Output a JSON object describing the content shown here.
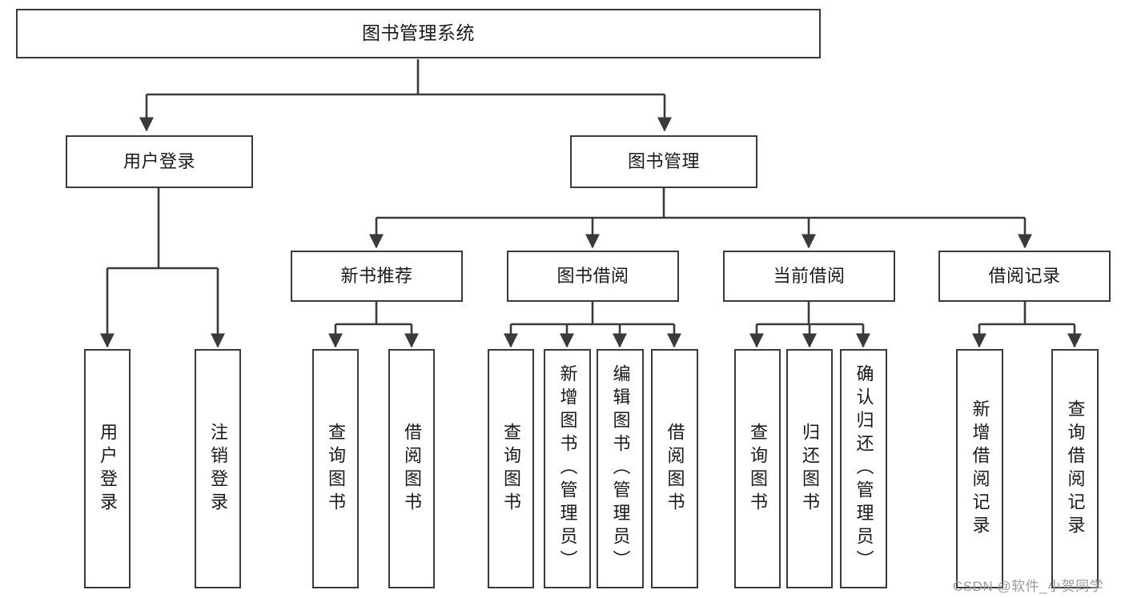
{
  "diagram": {
    "type": "tree",
    "title": "图书管理系统",
    "orientation": "top-down",
    "style": {
      "box_fill": "#ffffff",
      "box_stroke": "#3a3a3a",
      "text_color": "#1a1a1a",
      "edge_color": "#3a3a3a",
      "background": "#ffffff",
      "watermark_color": "#9a9a9a"
    },
    "levels": {
      "root": {
        "label": "图书管理系统"
      },
      "level2": [
        {
          "label": "用户登录"
        },
        {
          "label": "图书管理"
        }
      ],
      "level3": [
        {
          "label": "新书推荐"
        },
        {
          "label": "图书借阅"
        },
        {
          "label": "当前借阅"
        },
        {
          "label": "借阅记录"
        }
      ],
      "leaves": {
        "user_login": [
          {
            "label": "用户登录"
          },
          {
            "label": "注销登录"
          }
        ],
        "new_book_recommend": [
          {
            "label": "查询图书"
          },
          {
            "label": "借阅图书"
          }
        ],
        "book_borrow": [
          {
            "label": "查询图书"
          },
          {
            "label": "新增图书（管理员）"
          },
          {
            "label": "编辑图书（管理员）"
          },
          {
            "label": "借阅图书"
          }
        ],
        "current_borrow": [
          {
            "label": "查询图书"
          },
          {
            "label": "归还图书"
          },
          {
            "label": "确认归还（管理员）"
          }
        ],
        "borrow_record": [
          {
            "label": "新增借阅记录"
          },
          {
            "label": "查询借阅记录"
          }
        ]
      }
    }
  },
  "watermark": {
    "text": "CSDN @软件_小贺同学"
  }
}
